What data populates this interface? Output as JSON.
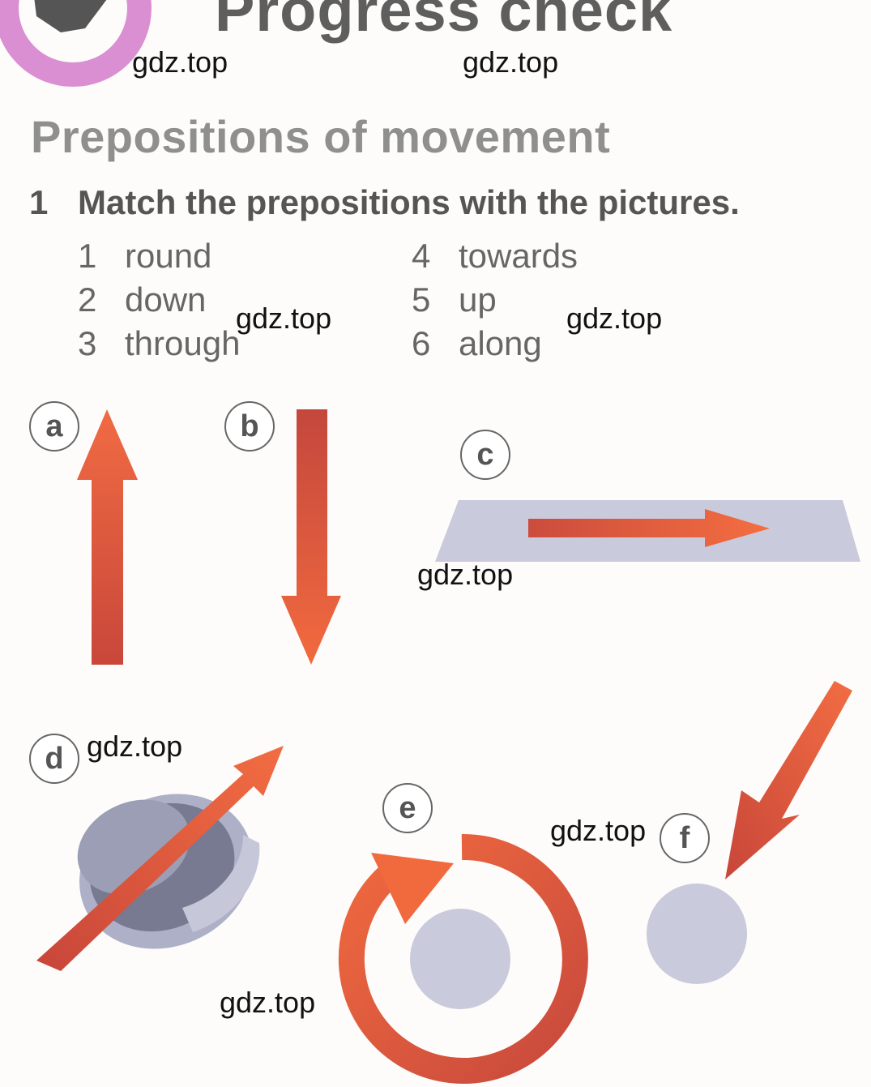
{
  "header": {
    "title": "Progress check",
    "colors": {
      "check_badge": "#d98fd2",
      "title": "#5e5e5e"
    }
  },
  "section_title": "Prepositions of movement",
  "exercise": {
    "number": "1",
    "instruction": "Match the prepositions with the pictures.",
    "prepositions": [
      {
        "num": "1",
        "word": "round"
      },
      {
        "num": "2",
        "word": "down"
      },
      {
        "num": "3",
        "word": "through"
      },
      {
        "num": "4",
        "word": "towards"
      },
      {
        "num": "5",
        "word": "up"
      },
      {
        "num": "6",
        "word": "along"
      }
    ]
  },
  "pictures": [
    {
      "letter": "a",
      "icon": "up-arrow-icon"
    },
    {
      "letter": "b",
      "icon": "down-arrow-icon"
    },
    {
      "letter": "c",
      "icon": "along-surface-arrow-icon"
    },
    {
      "letter": "d",
      "icon": "through-ring-arrow-icon"
    },
    {
      "letter": "e",
      "icon": "round-circle-arrow-icon"
    },
    {
      "letter": "f",
      "icon": "towards-ball-arrow-icon"
    }
  ],
  "watermark": "gdz.top",
  "colors": {
    "arrow": "#e8633f",
    "arrow_dark": "#c9473a",
    "grey_shape": "#c5c6d8"
  }
}
